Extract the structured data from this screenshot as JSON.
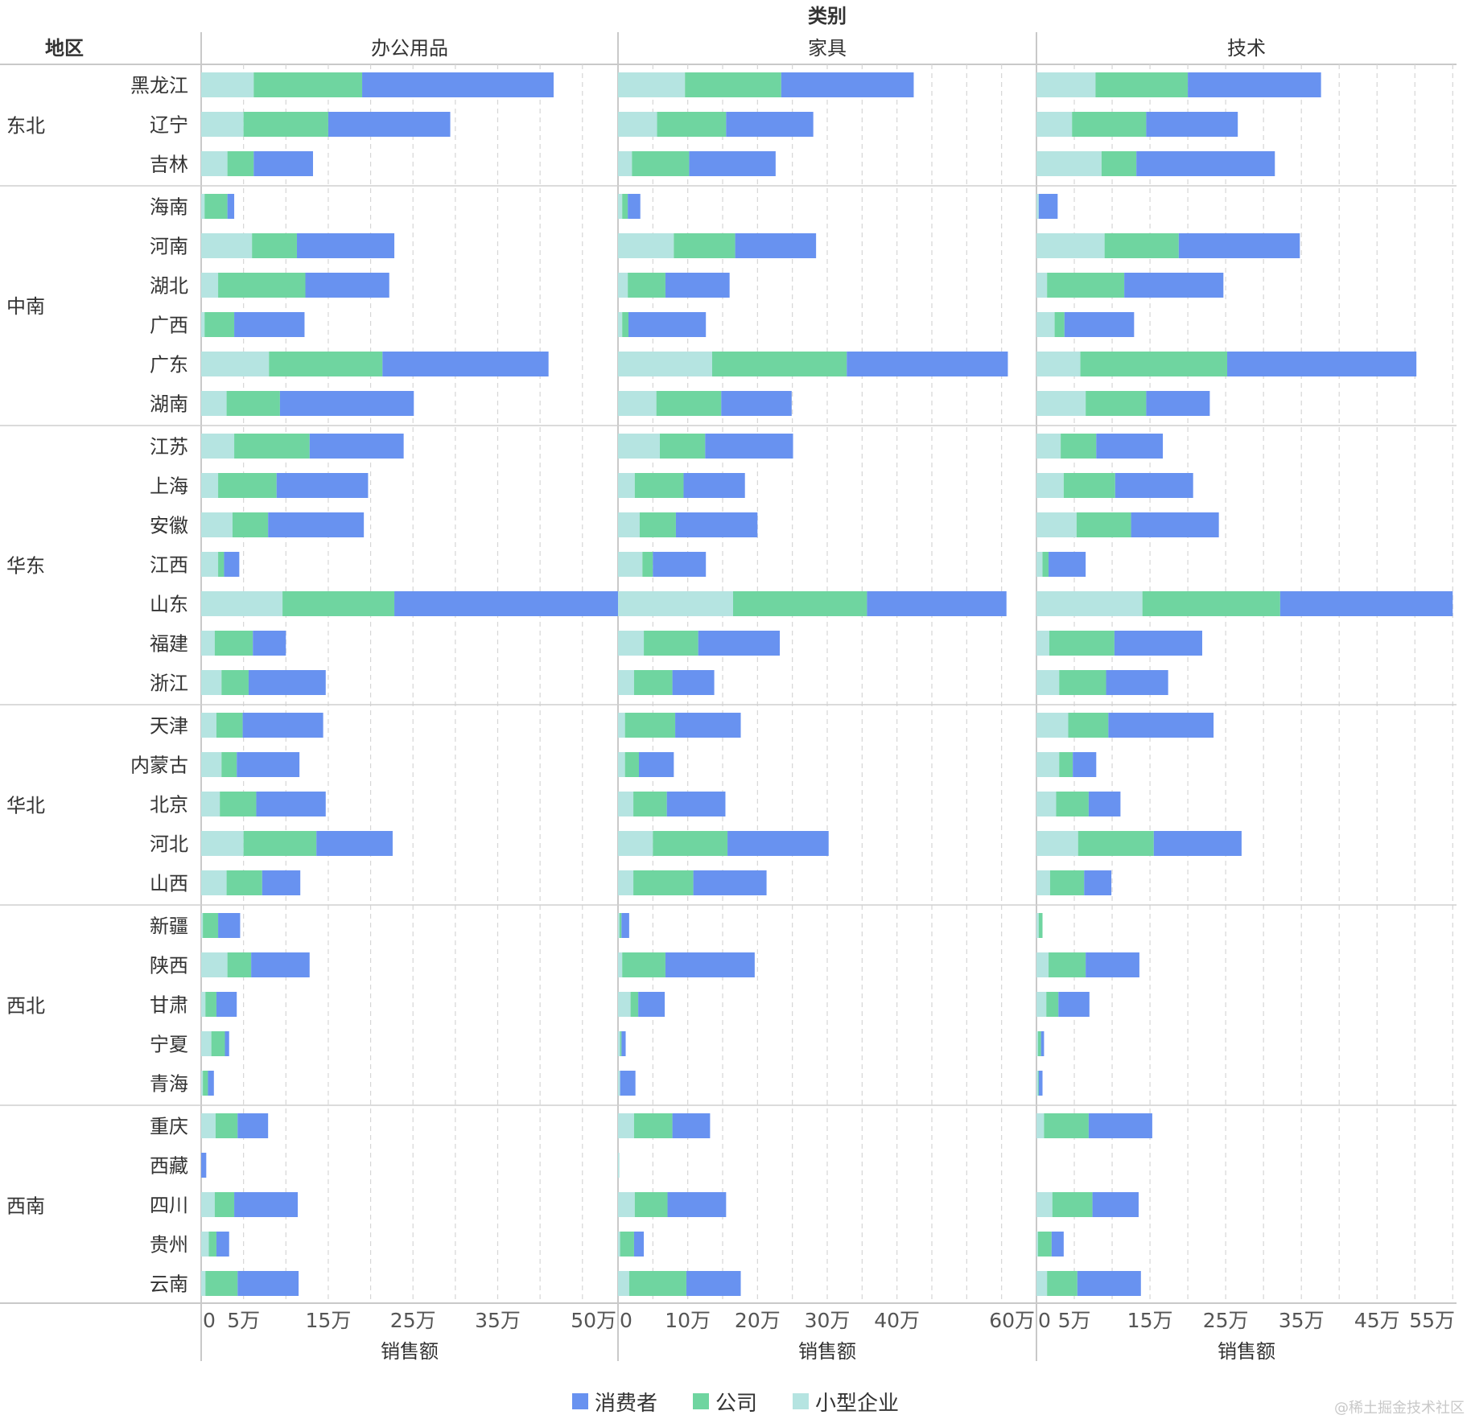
{
  "chart_data": {
    "type": "bar",
    "orientation": "horizontal",
    "stacked": true,
    "column_dimension_title": "类别",
    "row_dimension_title": "地区",
    "panels": [
      "办公用品",
      "家具",
      "技术"
    ],
    "xlabel": "销售额",
    "x_ticks": [
      [
        "0",
        "5万",
        "15万",
        "25万",
        "35万",
        "50万"
      ],
      [
        "0",
        "10万",
        "20万",
        "30万",
        "40万",
        "60万"
      ],
      [
        "0",
        "5万",
        "15万",
        "25万",
        "35万",
        "45万",
        "55万"
      ]
    ],
    "x_tick_values": [
      [
        0,
        5,
        15,
        25,
        35,
        50
      ],
      [
        0,
        10,
        20,
        30,
        40,
        60
      ],
      [
        0,
        5,
        15,
        25,
        35,
        45,
        55
      ]
    ],
    "grid_values": [
      [
        0,
        5,
        10,
        15,
        20,
        25,
        30,
        35,
        40,
        45,
        50
      ],
      [
        0,
        5,
        10,
        15,
        20,
        25,
        30,
        35,
        40,
        45,
        50,
        55,
        60
      ],
      [
        0,
        5,
        10,
        15,
        20,
        25,
        30,
        35,
        40,
        45,
        50,
        55
      ]
    ],
    "xlim": [
      [
        0,
        49.2
      ],
      [
        0,
        60
      ],
      [
        0,
        55.5
      ]
    ],
    "value_unit": "万",
    "series": [
      {
        "name": "小型企业",
        "color": "#b5e4e1"
      },
      {
        "name": "公司",
        "color": "#6fd5a0"
      },
      {
        "name": "消费者",
        "color": "#6892f0"
      }
    ],
    "legend_order": [
      "消费者",
      "公司",
      "小型企业"
    ],
    "grid": true,
    "legend_position": "bottom",
    "groups": [
      {
        "region": "东北",
        "rows": [
          {
            "province": "黑龙江",
            "values": [
              [
                6.2,
                12.8,
                22.6
              ],
              [
                9.6,
                13.8,
                19.0
              ],
              [
                7.8,
                12.2,
                17.6
              ]
            ]
          },
          {
            "province": "辽宁",
            "values": [
              [
                5.0,
                10.0,
                14.4
              ],
              [
                5.6,
                9.9,
                12.5
              ],
              [
                4.7,
                9.8,
                12.1
              ]
            ]
          },
          {
            "province": "吉林",
            "values": [
              [
                3.1,
                3.1,
                7.0
              ],
              [
                2.0,
                8.2,
                12.4
              ],
              [
                8.6,
                4.6,
                18.3
              ]
            ]
          }
        ]
      },
      {
        "region": "中南",
        "rows": [
          {
            "province": "海南",
            "values": [
              [
                0.4,
                2.7,
                0.8
              ],
              [
                0.6,
                0.8,
                1.8
              ],
              [
                0.3,
                0,
                2.5
              ]
            ]
          },
          {
            "province": "河南",
            "values": [
              [
                6.0,
                5.3,
                11.5
              ],
              [
                8.0,
                8.8,
                11.6
              ],
              [
                9.0,
                9.8,
                16.0
              ]
            ]
          },
          {
            "province": "湖北",
            "values": [
              [
                2.0,
                10.3,
                9.9
              ],
              [
                1.4,
                5.4,
                9.2
              ],
              [
                1.4,
                10.2,
                13.1
              ]
            ]
          },
          {
            "province": "广西",
            "values": [
              [
                0.4,
                3.5,
                8.3
              ],
              [
                0.6,
                0.9,
                11.1
              ],
              [
                2.4,
                1.3,
                9.2
              ]
            ]
          },
          {
            "province": "广东",
            "values": [
              [
                8.0,
                13.4,
                19.6
              ],
              [
                13.5,
                19.3,
                23.1
              ],
              [
                5.8,
                19.4,
                25.0
              ]
            ]
          },
          {
            "province": "湖南",
            "values": [
              [
                3.0,
                6.3,
                15.8
              ],
              [
                5.5,
                9.3,
                10.1
              ],
              [
                6.5,
                8.0,
                8.4
              ]
            ]
          }
        ]
      },
      {
        "region": "华东",
        "rows": [
          {
            "province": "江苏",
            "values": [
              [
                3.9,
                8.9,
                11.1
              ],
              [
                6.0,
                6.5,
                12.6
              ],
              [
                3.2,
                4.7,
                8.8
              ]
            ]
          },
          {
            "province": "上海",
            "values": [
              [
                2.0,
                6.9,
                10.8
              ],
              [
                2.4,
                7.0,
                8.8
              ],
              [
                3.6,
                6.8,
                10.3
              ]
            ]
          },
          {
            "province": "安徽",
            "values": [
              [
                3.7,
                4.2,
                11.3
              ],
              [
                3.1,
                5.2,
                11.7
              ],
              [
                5.3,
                7.2,
                11.6
              ]
            ]
          },
          {
            "province": "江西",
            "values": [
              [
                2.0,
                0.7,
                1.8
              ],
              [
                3.5,
                1.5,
                7.6
              ],
              [
                0.8,
                0.8,
                4.9
              ]
            ]
          },
          {
            "province": "山东",
            "values": [
              [
                9.6,
                13.2,
                26.4
              ],
              [
                16.5,
                19.2,
                20.0
              ],
              [
                14.0,
                18.2,
                22.8
              ]
            ]
          },
          {
            "province": "福建",
            "values": [
              [
                1.6,
                4.5,
                3.9
              ],
              [
                3.7,
                7.8,
                11.7
              ],
              [
                1.7,
                8.6,
                11.6
              ]
            ]
          },
          {
            "province": "浙江",
            "values": [
              [
                2.4,
                3.2,
                9.1
              ],
              [
                2.3,
                5.5,
                6.0
              ],
              [
                3.0,
                6.2,
                8.2
              ]
            ]
          }
        ]
      },
      {
        "region": "华北",
        "rows": [
          {
            "province": "天津",
            "values": [
              [
                1.8,
                3.1,
                9.5
              ],
              [
                1.0,
                7.2,
                9.4
              ],
              [
                4.2,
                5.3,
                13.9
              ]
            ]
          },
          {
            "province": "内蒙古",
            "values": [
              [
                2.4,
                1.8,
                7.4
              ],
              [
                1.0,
                2.0,
                5.0
              ],
              [
                3.0,
                1.8,
                3.1
              ]
            ]
          },
          {
            "province": "北京",
            "values": [
              [
                2.2,
                4.3,
                8.2
              ],
              [
                2.2,
                4.8,
                8.4
              ],
              [
                2.6,
                4.3,
                4.2
              ]
            ]
          },
          {
            "province": "河北",
            "values": [
              [
                5.0,
                8.6,
                9.0
              ],
              [
                5.0,
                10.7,
                14.5
              ],
              [
                5.5,
                10.0,
                11.6
              ]
            ]
          },
          {
            "province": "山西",
            "values": [
              [
                3.0,
                4.2,
                4.5
              ],
              [
                2.2,
                8.6,
                10.5
              ],
              [
                1.8,
                4.5,
                3.6
              ]
            ]
          }
        ]
      },
      {
        "region": "西北",
        "rows": [
          {
            "province": "新疆",
            "values": [
              [
                0.2,
                1.8,
                2.6
              ],
              [
                0.2,
                0.3,
                1.1
              ],
              [
                0.3,
                0.5,
                0
              ]
            ]
          },
          {
            "province": "陕西",
            "values": [
              [
                3.1,
                2.8,
                6.9
              ],
              [
                0.6,
                6.2,
                12.8
              ],
              [
                1.6,
                4.9,
                7.1
              ]
            ]
          },
          {
            "province": "甘肃",
            "values": [
              [
                0.5,
                1.3,
                2.4
              ],
              [
                1.8,
                1.1,
                3.8
              ],
              [
                1.3,
                1.6,
                4.1
              ]
            ]
          },
          {
            "province": "宁夏",
            "values": [
              [
                1.2,
                1.6,
                0.5
              ],
              [
                0.3,
                0.2,
                0.6
              ],
              [
                0.2,
                0.4,
                0.4
              ]
            ]
          },
          {
            "province": "青海",
            "values": [
              [
                0.2,
                0.6,
                0.7
              ],
              [
                0.3,
                0,
                2.2
              ],
              [
                0.2,
                0.1,
                0.5
              ]
            ]
          }
        ]
      },
      {
        "region": "西南",
        "rows": [
          {
            "province": "重庆",
            "values": [
              [
                1.7,
                2.6,
                3.6
              ],
              [
                2.3,
                5.5,
                5.4
              ],
              [
                1.0,
                5.9,
                8.4
              ]
            ]
          },
          {
            "province": "西藏",
            "values": [
              [
                0,
                0,
                0.6
              ],
              [
                0.2,
                0,
                0
              ],
              [
                0,
                0,
                0
              ]
            ]
          },
          {
            "province": "四川",
            "values": [
              [
                1.6,
                2.3,
                7.5
              ],
              [
                2.4,
                4.7,
                8.4
              ],
              [
                2.1,
                5.3,
                6.1
              ]
            ]
          },
          {
            "province": "贵州",
            "values": [
              [
                0.9,
                0.9,
                1.5
              ],
              [
                0.3,
                2.0,
                1.4
              ],
              [
                0.2,
                1.8,
                1.6
              ]
            ]
          },
          {
            "province": "云南",
            "values": [
              [
                0.5,
                3.8,
                7.2
              ],
              [
                1.6,
                8.2,
                7.8
              ],
              [
                1.4,
                4.0,
                8.4
              ]
            ]
          }
        ]
      }
    ]
  },
  "watermark": "@稀土掘金技术社区"
}
